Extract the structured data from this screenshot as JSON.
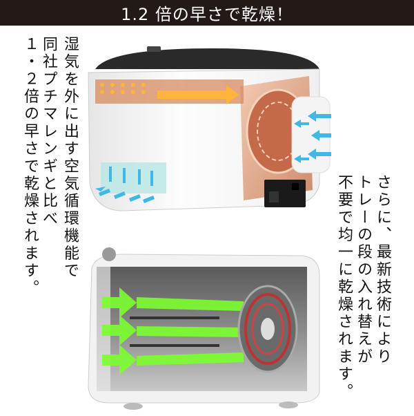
{
  "banner": {
    "title": "1.2 倍の早さで乾燥！",
    "background": "#231a17"
  },
  "left_text": {
    "columns": [
      "湿気を外に出す空気循環機能で",
      "同社プチマレンギと比べ",
      "１・２倍の早さで乾燥されます。"
    ]
  },
  "right_text": {
    "columns": [
      "さらに、最新技術により",
      "トレーの段の入れ替えが",
      "不要で均一に乾燥されます。"
    ]
  },
  "images": {
    "top": {
      "description": "Cutaway of dryer showing airflow path with orange heated-air arrows and blue intake arrows"
    },
    "bottom": {
      "description": "Cutaway of drying chamber with three green arrows showing even airflow across tray levels from rear fan"
    }
  },
  "colors": {
    "hot_air": "#f5a623",
    "intake_air": "#3fb8e6",
    "tray_airflow": "#7cff2e"
  }
}
